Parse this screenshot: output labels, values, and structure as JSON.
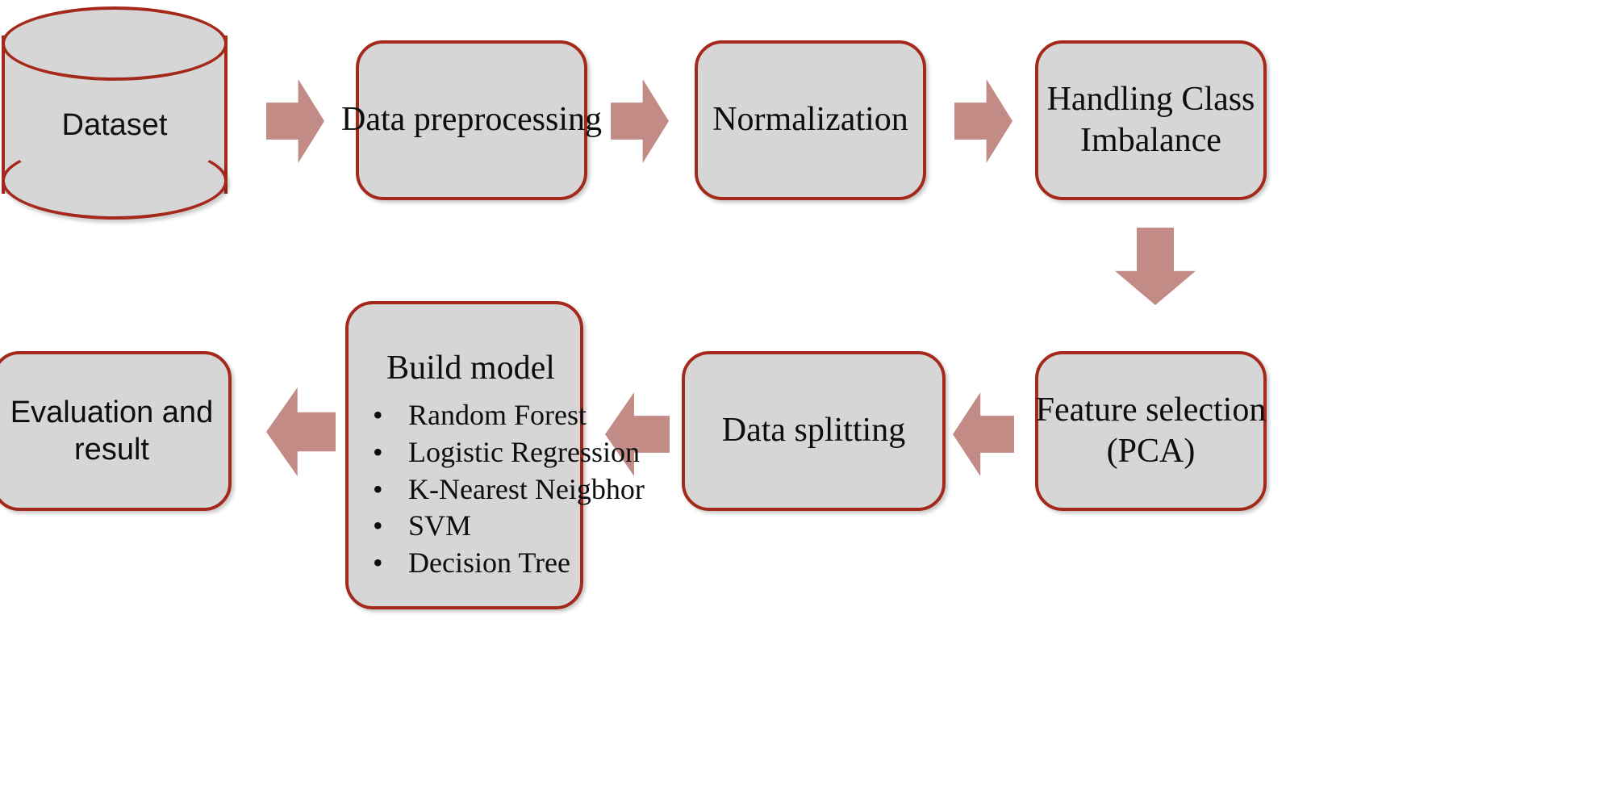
{
  "diagram": {
    "title": "Machine learning pipeline flowchart",
    "colors": {
      "node_fill": "#d6d6d6",
      "node_border": "#a4291b",
      "arrow_fill": "#c28b85",
      "text": "#0d0d0d",
      "background": "#ffffff"
    }
  },
  "nodes": {
    "dataset": {
      "label": "Dataset",
      "shape": "cylinder"
    },
    "data_preprocessing": {
      "label": "Data preprocessing",
      "shape": "rounded-rect"
    },
    "normalization": {
      "label": "Normalization",
      "shape": "rounded-rect"
    },
    "handling_class_imbalance": {
      "line1": "Handling Class",
      "line2": "Imbalance",
      "shape": "rounded-rect"
    },
    "feature_selection": {
      "line1": "Feature selection",
      "line2": "(PCA)",
      "shape": "rounded-rect"
    },
    "data_splitting": {
      "label": "Data splitting",
      "shape": "rounded-rect"
    },
    "build_model": {
      "title": "Build model",
      "bullet_glyph": "•",
      "items": [
        "Random Forest",
        "Logistic Regression",
        "K-Nearest Neigbhor",
        "SVM",
        "Decision Tree"
      ],
      "shape": "rounded-rect"
    },
    "evaluation_and_result": {
      "line1": "Evaluation and",
      "line2": "result",
      "shape": "rounded-rect"
    }
  },
  "arrows": [
    {
      "name": "arrow-dataset-to-preprocessing",
      "direction": "right"
    },
    {
      "name": "arrow-preprocessing-to-normalization",
      "direction": "right"
    },
    {
      "name": "arrow-normalization-to-imbalance",
      "direction": "right"
    },
    {
      "name": "arrow-imbalance-to-feature-selection",
      "direction": "down"
    },
    {
      "name": "arrow-feature-selection-to-splitting",
      "direction": "left"
    },
    {
      "name": "arrow-splitting-to-build-model",
      "direction": "left"
    },
    {
      "name": "arrow-build-model-to-evaluation",
      "direction": "left"
    }
  ]
}
